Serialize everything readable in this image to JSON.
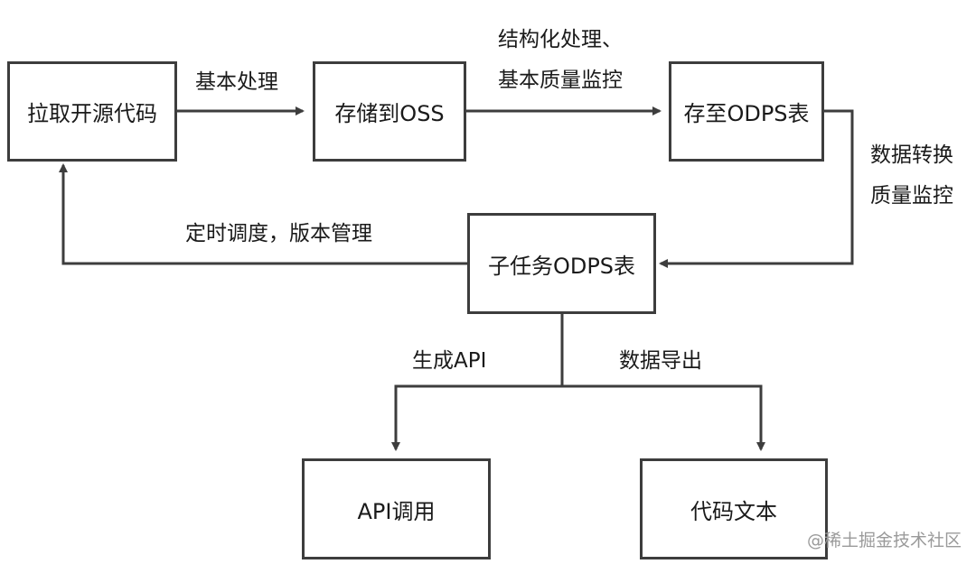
{
  "nodes": {
    "pull_code": "拉取开源代码",
    "store_oss": "存储到OSS",
    "save_odps": "存至ODPS表",
    "subtask_odps": "子任务ODPS表",
    "api_call": "API调用",
    "code_text": "代码文本"
  },
  "edges": {
    "basic_processing": "基本处理",
    "structuring_line1": "结构化处理、",
    "structuring_line2": "基本质量监控",
    "transform_line1": "数据转换",
    "transform_line2": "质量监控",
    "schedule_version": "定时调度，版本管理",
    "generate_api": "生成API",
    "data_export": "数据导出"
  },
  "watermark": "@稀土掘金技术社区",
  "colors": {
    "line": "#3d3d3d",
    "border": "#3d3d3d",
    "text": "#1a1a1a"
  }
}
